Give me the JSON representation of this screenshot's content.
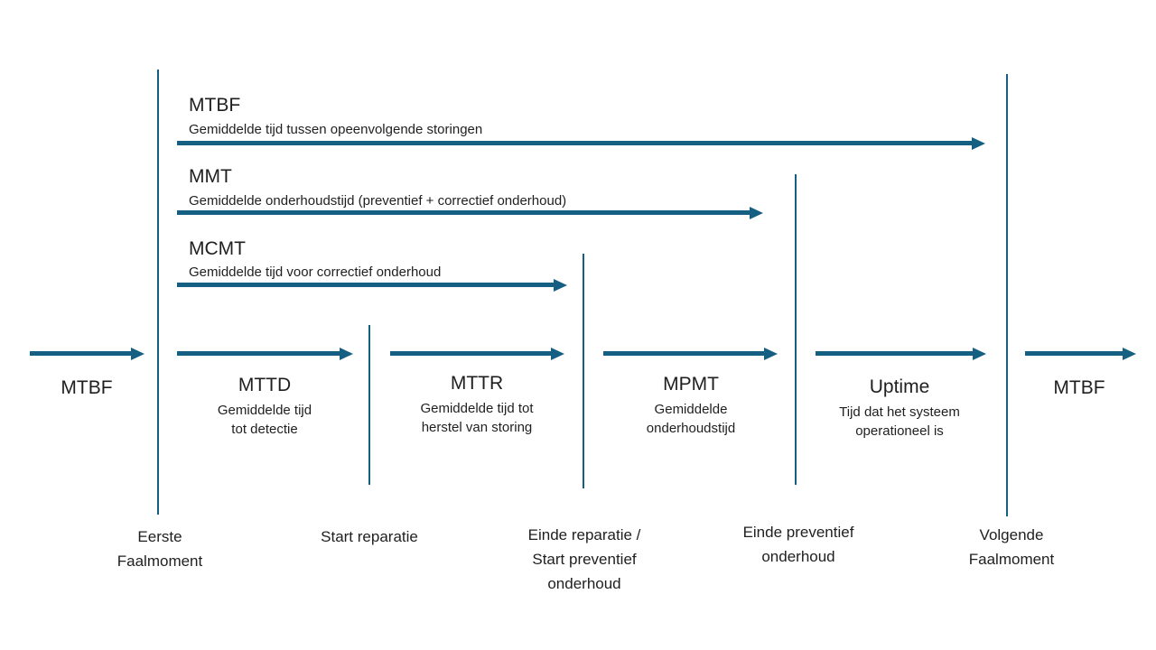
{
  "colors": {
    "accent": "#156082",
    "text": "#1f1f1f"
  },
  "top_spans": [
    {
      "label": "MTBF",
      "description": "Gemiddelde tijd tussen opeenvolgende storingen"
    },
    {
      "label": "MMT",
      "description": "Gemiddelde onderhoudstijd (preventief + correctief onderhoud)"
    },
    {
      "label": "MCMT",
      "description": "Gemiddelde tijd voor correctief onderhoud"
    }
  ],
  "segments": [
    {
      "label": "MTBF",
      "description": ""
    },
    {
      "label": "MTTD",
      "description": "Gemiddelde tijd\ntot detectie"
    },
    {
      "label": "MTTR",
      "description": "Gemiddelde tijd tot\nherstel van storing"
    },
    {
      "label": "MPMT",
      "description": "Gemiddelde\nonderhoudstijd"
    },
    {
      "label": "Uptime",
      "description": "Tijd dat het systeem\noperationeel is"
    },
    {
      "label": "MTBF",
      "description": ""
    }
  ],
  "milestones": [
    {
      "label": "Eerste\nFaalmoment"
    },
    {
      "label": "Start reparatie"
    },
    {
      "label": "Einde reparatie /\nStart preventief\nonderhoud"
    },
    {
      "label": "Einde preventief\nonderhoud"
    },
    {
      "label": "Volgende\nFaalmoment"
    }
  ]
}
